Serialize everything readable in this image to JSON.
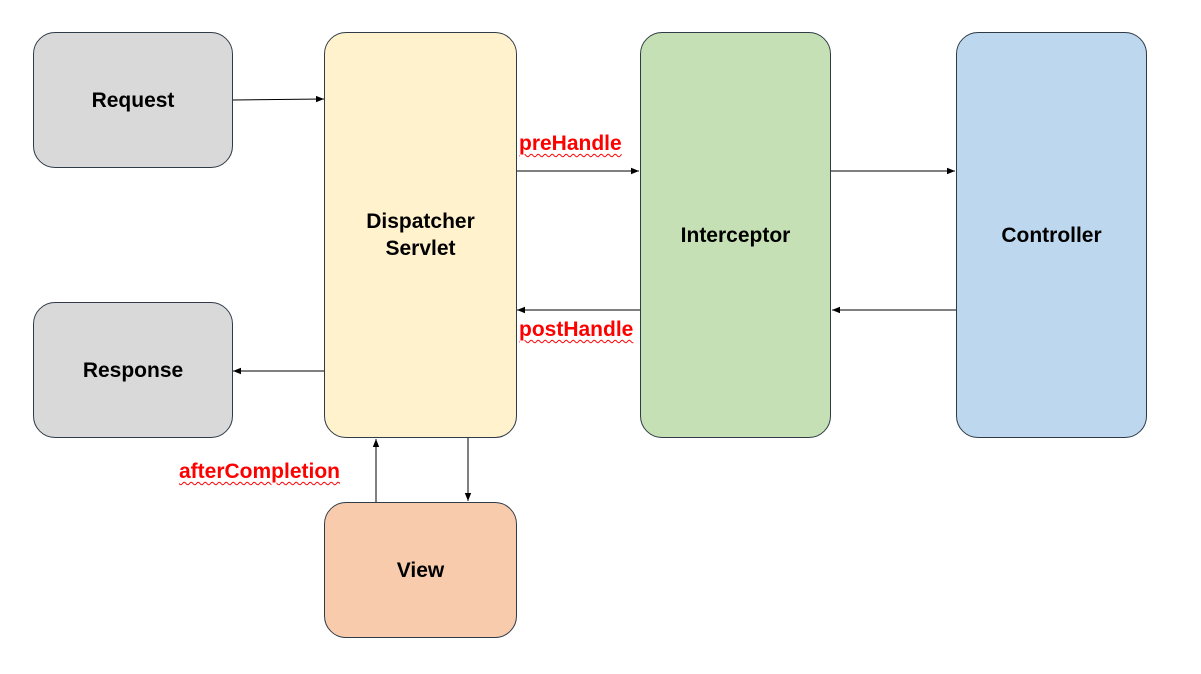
{
  "nodes": {
    "request": "Request",
    "response": "Response",
    "dispatcher": "Dispatcher\nServlet",
    "interceptor": "Interceptor",
    "controller": "Controller",
    "view": "View"
  },
  "edge_labels": {
    "prehandle": "preHandle",
    "posthandle": "postHandle",
    "aftercompletion": "afterCompletion"
  },
  "colors": {
    "request": "#d9d9d9",
    "response": "#d9d9d9",
    "dispatcher": "#fff2cc",
    "interceptor": "#c5e0b4",
    "controller": "#bdd7ee",
    "view": "#f8cbad",
    "edge_label": "#ff0000"
  }
}
